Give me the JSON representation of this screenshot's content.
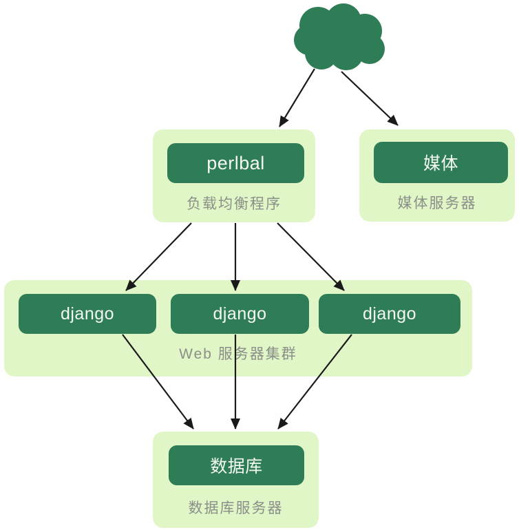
{
  "colors": {
    "node_fill": "#2e7d57",
    "group_fill": "#e0f6c6",
    "node_text": "#f4f9f2",
    "caption_text": "#8a8f88",
    "arrow": "#1a1a1a"
  },
  "cloud": {
    "icon": "cloud-icon"
  },
  "nodes": {
    "perlbal": {
      "label": "perlbal",
      "caption": "负载均衡程序"
    },
    "media": {
      "label": "媒体",
      "caption": "媒体服务器"
    },
    "webcluster": {
      "labels": [
        "django",
        "django",
        "django"
      ],
      "caption": "Web 服务器集群"
    },
    "database": {
      "label": "数据库",
      "caption": "数据库服务器"
    }
  },
  "edges": [
    {
      "from": "internet-cloud",
      "to": "load-balancer-group"
    },
    {
      "from": "internet-cloud",
      "to": "media-server-group"
    },
    {
      "from": "load-balancer-group",
      "to": "django-node-1"
    },
    {
      "from": "load-balancer-group",
      "to": "django-node-2"
    },
    {
      "from": "load-balancer-group",
      "to": "django-node-3"
    },
    {
      "from": "django-node-1",
      "to": "database-group"
    },
    {
      "from": "django-node-2",
      "to": "database-group"
    },
    {
      "from": "django-node-3",
      "to": "database-group"
    }
  ]
}
